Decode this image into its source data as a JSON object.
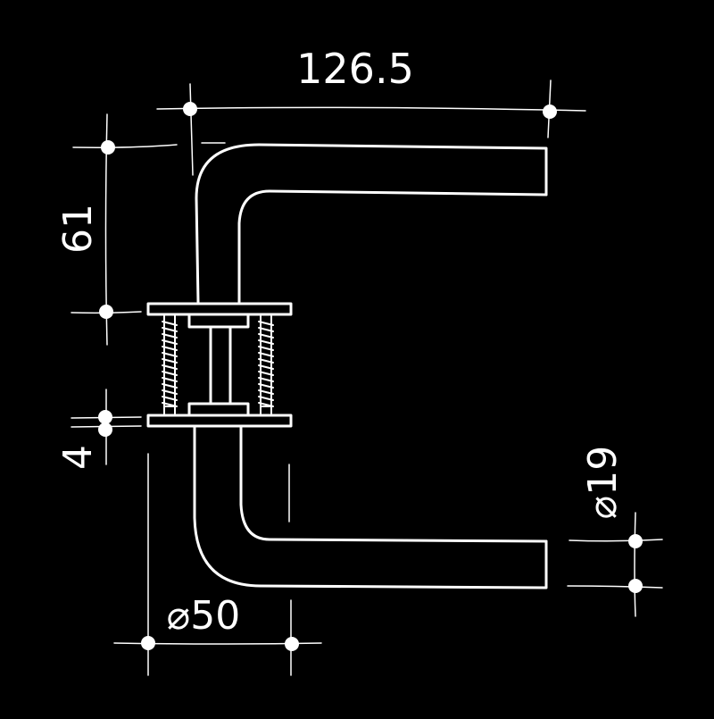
{
  "colors": {
    "background": "#000000",
    "stroke": "#ffffff"
  },
  "drawing": {
    "subject": "lever door handle on sprung rose, pair",
    "dimensions": {
      "length": "126.5",
      "height": "61",
      "rose_thickness": "4",
      "rose_diameter": "⌀50",
      "grip_diameter": "⌀19"
    }
  }
}
